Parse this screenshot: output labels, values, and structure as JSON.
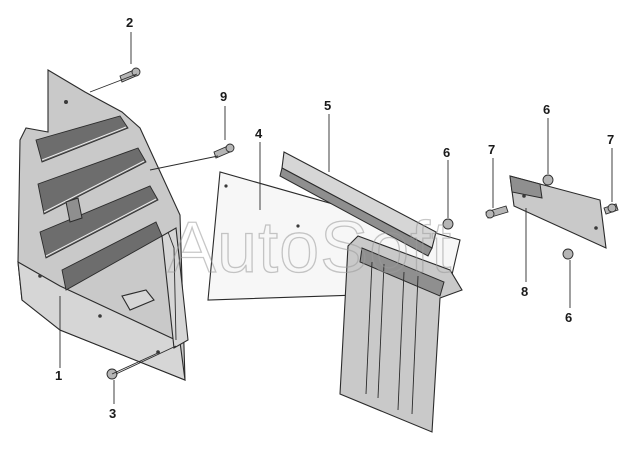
{
  "watermark": "AutoSoft",
  "callouts": {
    "c1": "1",
    "c2": "2",
    "c3": "3",
    "c4": "4",
    "c5": "5",
    "c6a": "6",
    "c6b": "6",
    "c6c": "6",
    "c7a": "7",
    "c7b": "7",
    "c8": "8",
    "c9": "9"
  }
}
